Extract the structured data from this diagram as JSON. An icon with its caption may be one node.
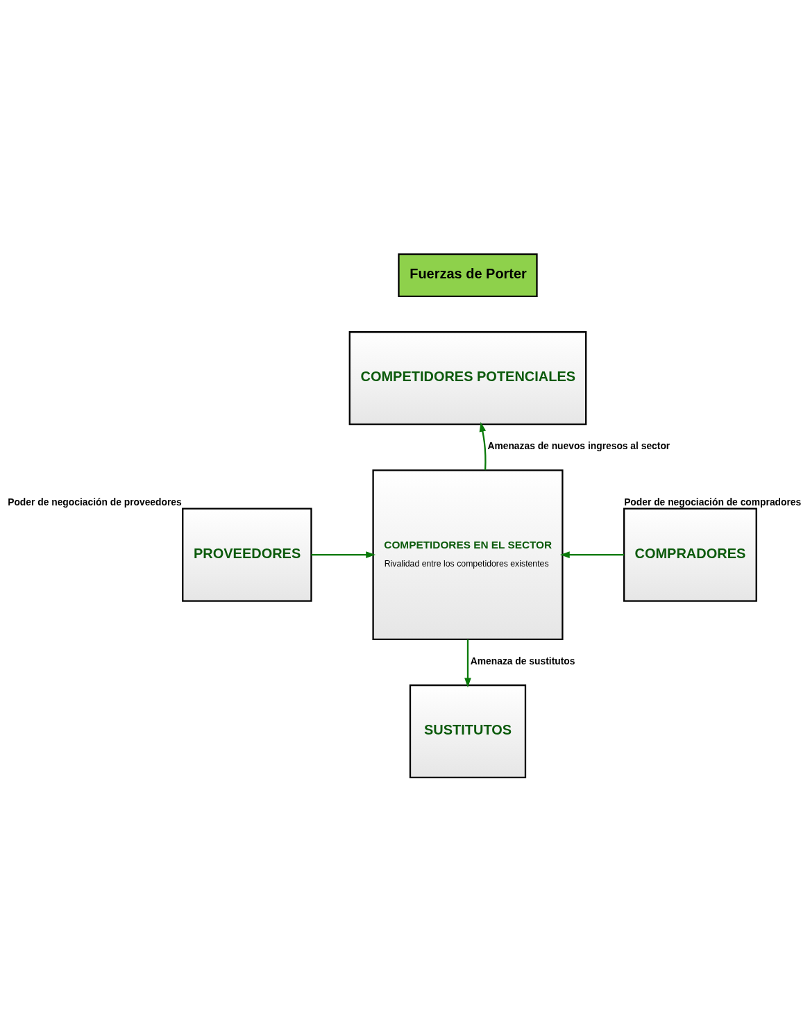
{
  "diagram": {
    "nodes": [
      {
        "text": [
          "Fuerzas de Porter"
        ]
      },
      {
        "text": [
          "COMPETIDORES POTENCIALES"
        ]
      },
      {
        "text": [
          "PROVEEDORES"
        ],
        "beside": [
          "Poder de negociación de proveedores"
        ]
      },
      {
        "text": [
          "COMPETIDORES EN EL SECTOR",
          "Rivalidad entre los competidores existentes"
        ]
      },
      {
        "text": [
          "COMPRADORES"
        ],
        "beside": [
          "Poder de negociación de compradores"
        ]
      },
      {
        "text": [
          "SUSTITUTOS"
        ]
      }
    ],
    "edges": [
      {
        "from": 3,
        "to": 1,
        "arrow": "to",
        "label": "Amenazas de nuevos ingresos al sector"
      },
      {
        "from": 2,
        "to": 3,
        "arrow": "to"
      },
      {
        "from": 4,
        "to": 3,
        "arrow": "to"
      },
      {
        "from": 3,
        "to": 5,
        "arrow": "to",
        "label": "Amenaza de sustitutos"
      }
    ]
  }
}
